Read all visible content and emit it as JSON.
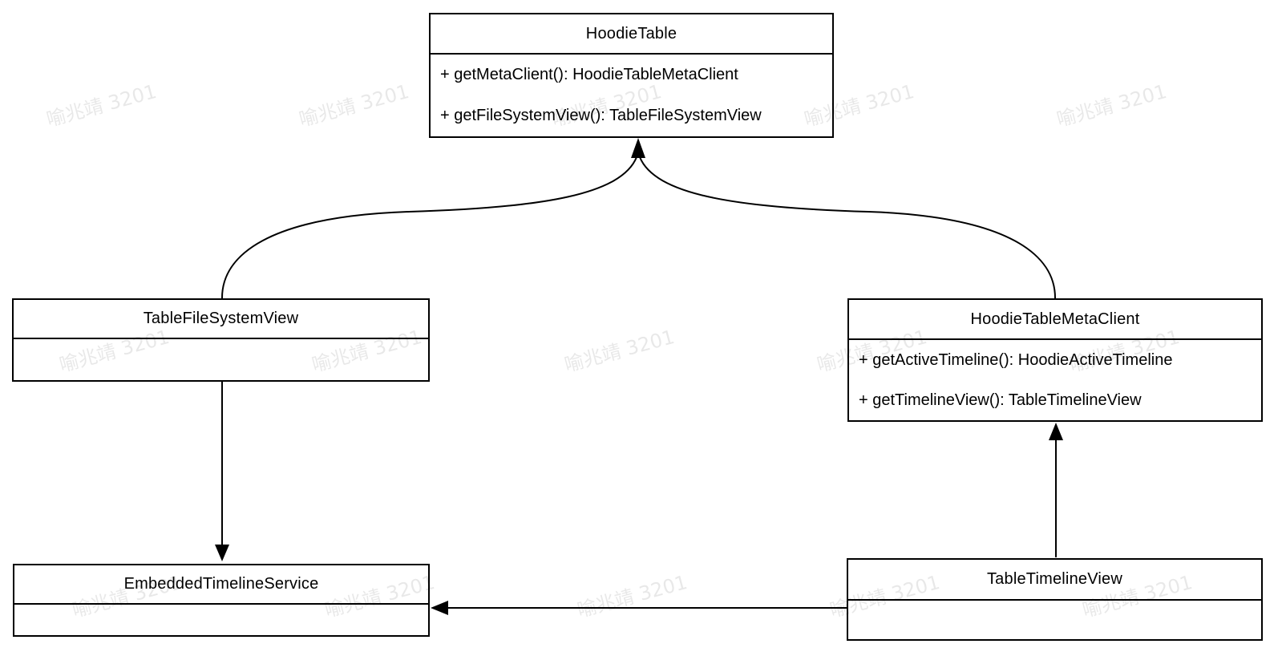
{
  "colors": {
    "stroke": "#000000",
    "background": "#ffffff",
    "watermark": "rgba(0,0,0,0.09)"
  },
  "watermark": {
    "text": "喻兆靖 3201"
  },
  "diagram": {
    "type": "uml-class-diagram",
    "classes": [
      {
        "id": "hoodie-table",
        "name": "HoodieTable",
        "methods": [
          "+ getMetaClient(): HoodieTableMetaClient",
          "+ getFileSystemView(): TableFileSystemView"
        ]
      },
      {
        "id": "table-file-system-view",
        "name": "TableFileSystemView",
        "methods": []
      },
      {
        "id": "hoodie-table-meta-client",
        "name": "HoodieTableMetaClient",
        "methods": [
          "+ getActiveTimeline(): HoodieActiveTimeline",
          "+ getTimelineView(): TableTimelineView"
        ]
      },
      {
        "id": "embedded-timeline-service",
        "name": "EmbeddedTimelineService",
        "methods": []
      },
      {
        "id": "table-timeline-view",
        "name": "TableTimelineView",
        "methods": []
      }
    ],
    "relations": [
      {
        "from": "TableFileSystemView",
        "to": "HoodieTable",
        "style": "curved-solid-arrow"
      },
      {
        "from": "HoodieTableMetaClient",
        "to": "HoodieTable",
        "style": "curved-solid-arrow"
      },
      {
        "from": "TableFileSystemView",
        "to": "EmbeddedTimelineService",
        "style": "straight-solid-arrow"
      },
      {
        "from": "TableTimelineView",
        "to": "HoodieTableMetaClient",
        "style": "straight-solid-arrow"
      },
      {
        "from": "TableTimelineView",
        "to": "EmbeddedTimelineService",
        "style": "straight-solid-arrow"
      }
    ]
  }
}
